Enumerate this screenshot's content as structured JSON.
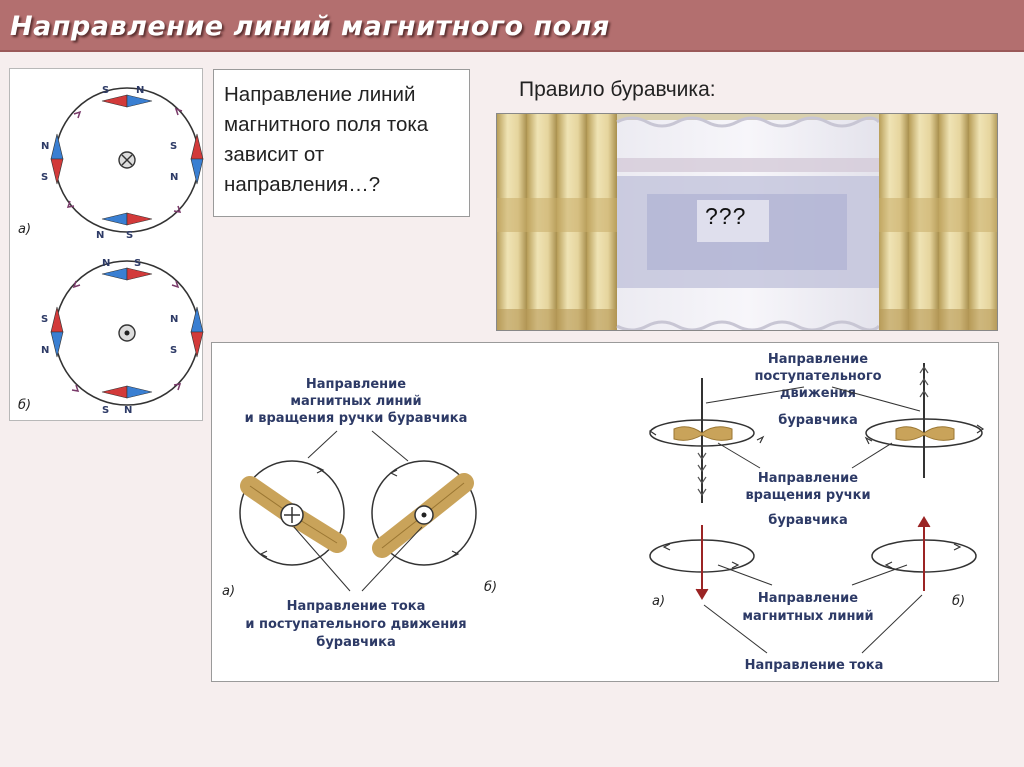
{
  "slide": {
    "title": "Направление линий магнитного поля"
  },
  "question": {
    "text": "Направление линий магнитного поля тока зависит от направления…?"
  },
  "rule": {
    "label": "Правило буравчика:",
    "hidden_answer": "???"
  },
  "compass_figure": {
    "panel_a": {
      "letter": "а)",
      "poles_top": [
        "S",
        "N"
      ],
      "poles_left": [
        "N",
        "S"
      ],
      "poles_right": [
        "S",
        "N"
      ],
      "poles_bottom": [
        "N",
        "S"
      ]
    },
    "panel_b": {
      "letter": "б)",
      "poles_top": [
        "N",
        "S"
      ],
      "poles_left": [
        "S",
        "N"
      ],
      "poles_right": [
        "N",
        "S"
      ],
      "poles_bottom": [
        "S",
        "N"
      ]
    }
  },
  "gimlet_left": {
    "caption_top": [
      "Направление",
      "магнитных линий",
      "и вращения ручки буравчика"
    ],
    "caption_bottom": [
      "Направление тока",
      "и поступательного движения",
      "буравчика"
    ],
    "letter_a": "а)",
    "letter_b": "б)"
  },
  "gimlet_right": {
    "caption_top": [
      "Направление",
      "поступательного",
      "движения",
      "буравчика"
    ],
    "caption_middle": [
      "Направление",
      "вращения ручки",
      "буравчика"
    ],
    "caption_lines": [
      "Направление",
      "магнитных линий"
    ],
    "caption_current": "Направление тока",
    "letter_a": "а)",
    "letter_b": "б)"
  },
  "colors": {
    "title_bar": "#b36f6f",
    "compass_red": "#d23a3a",
    "compass_blue": "#3a7fd2",
    "arrow_purple": "#7a3a6a",
    "wood": "#c9a35a",
    "current_red": "#9b2424"
  }
}
